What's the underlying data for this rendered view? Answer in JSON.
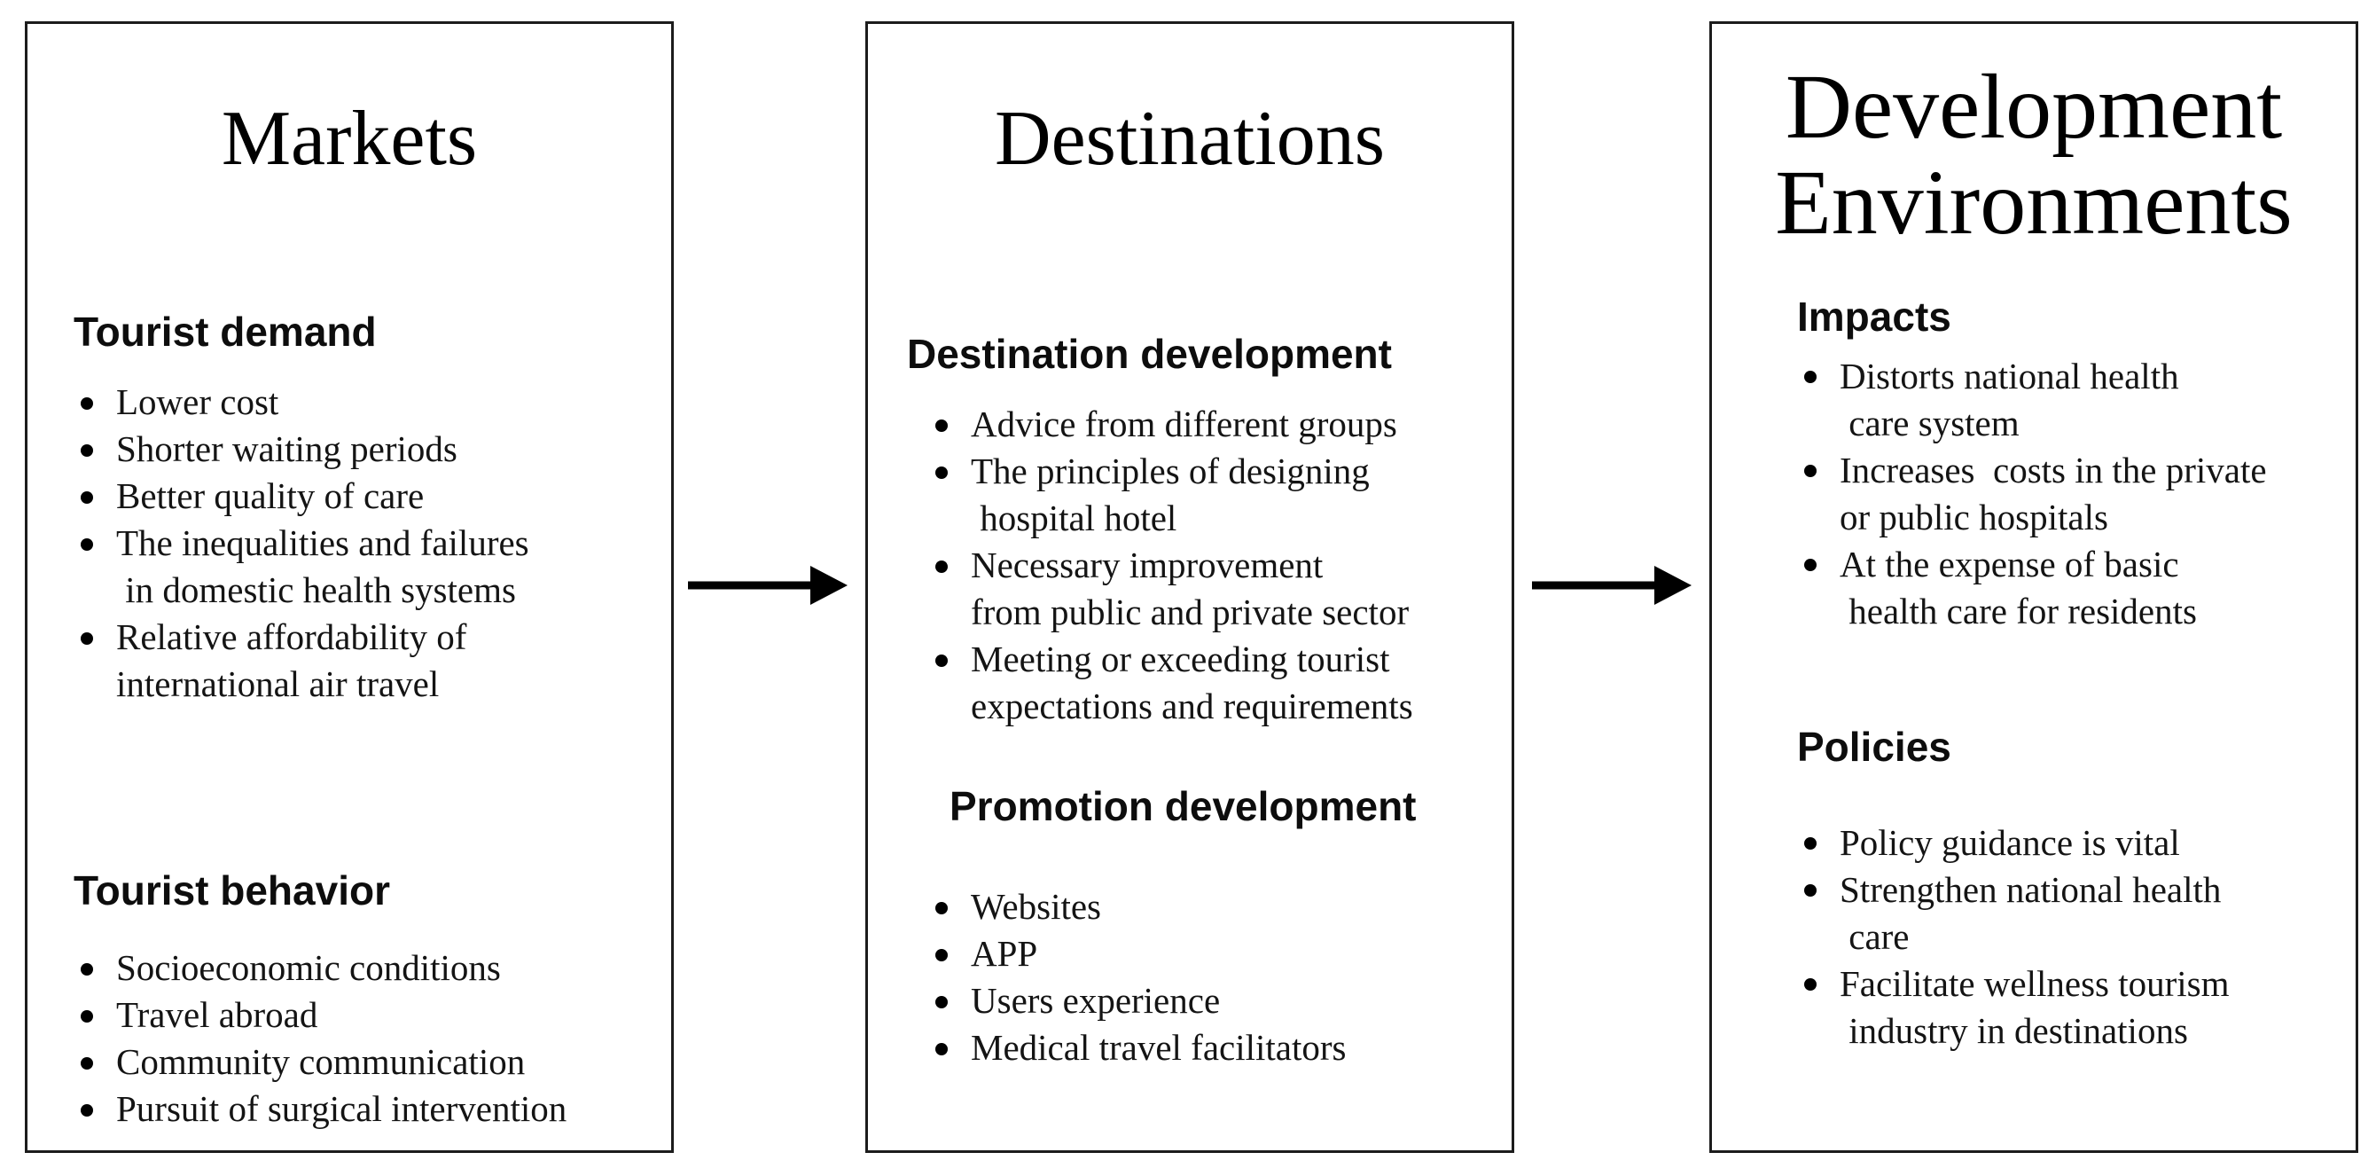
{
  "diagram": {
    "colors": {
      "background": "#ffffff",
      "text": "#000000",
      "border": "#1c1c1c",
      "arrow": "#000000"
    },
    "columns": [
      {
        "id": "markets",
        "title": "Markets",
        "sections": [
          {
            "heading": "Tourist demand",
            "bullets": [
              "Lower cost",
              "Shorter waiting periods",
              "Better quality of care",
              "The inequalities and failures\n in domestic health systems",
              "Relative affordability of\ninternational air travel"
            ]
          },
          {
            "heading": "Tourist behavior",
            "bullets": [
              "Socioeconomic conditions",
              "Travel abroad",
              "Community communication",
              "Pursuit of surgical intervention"
            ]
          }
        ]
      },
      {
        "id": "destinations",
        "title": "Destinations",
        "sections": [
          {
            "heading": "Destination development",
            "bullets": [
              "Advice from different groups",
              "The principles of designing\n hospital hotel",
              "Necessary improvement\nfrom public and private sector",
              "Meeting or exceeding tourist\nexpectations and requirements"
            ]
          },
          {
            "heading": "Promotion development",
            "bullets": [
              "Websites",
              "APP",
              "Users experience",
              "Medical travel facilitators"
            ]
          }
        ]
      },
      {
        "id": "development-environments",
        "title": "Development\nEnvironments",
        "sections": [
          {
            "heading": "Impacts",
            "bullets": [
              "Distorts national health\n care system",
              "Increases  costs in the private\nor public hospitals",
              "At the expense of basic\n health care for residents"
            ]
          },
          {
            "heading": "Policies",
            "bullets": [
              "Policy guidance is vital",
              "Strengthen national health\n care",
              "Facilitate wellness tourism\n industry in destinations"
            ]
          }
        ]
      }
    ],
    "arrows": [
      {
        "from": "Markets",
        "to": "Destinations",
        "direction": "right"
      },
      {
        "from": "Destinations",
        "to": "Development Environments",
        "direction": "right"
      }
    ]
  }
}
